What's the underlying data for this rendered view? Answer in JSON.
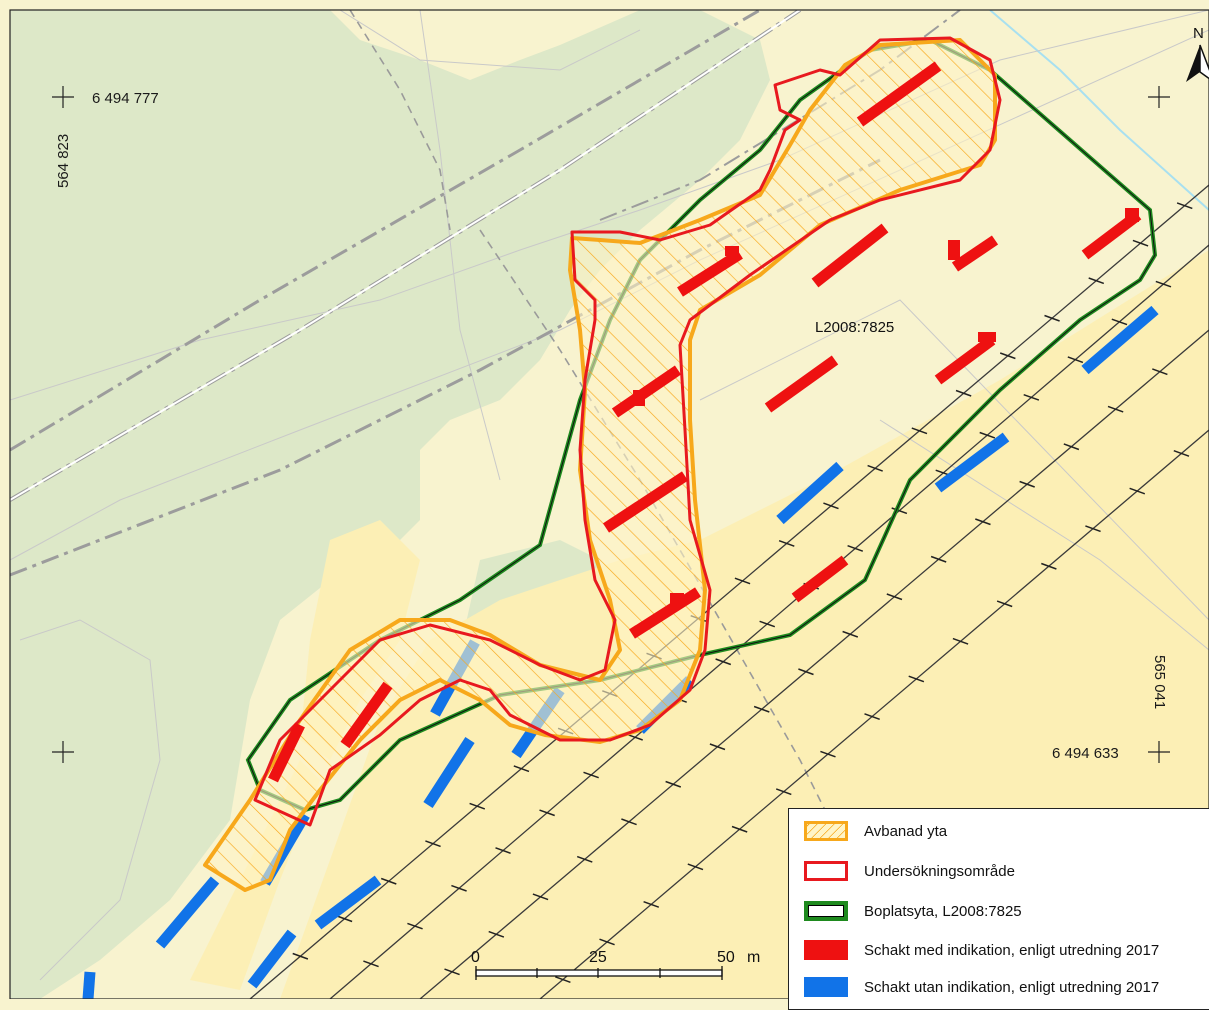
{
  "map": {
    "site_label": "L2008:7825",
    "coords": {
      "top_left_n": "6 494 777",
      "top_left_e": "564 823",
      "bottom_right_n": "6 494 633",
      "bottom_right_e": "565 041"
    },
    "north_label": "N"
  },
  "scalebar": {
    "labels": [
      "0",
      "25",
      "50"
    ],
    "unit": "m"
  },
  "legend": {
    "items": [
      {
        "label": "Avbanad yta",
        "style": "hatch-orange"
      },
      {
        "label": "Undersökningsområde",
        "style": "red-outline"
      },
      {
        "label": "Boplatsyta, L2008:7825",
        "style": "green-outline"
      },
      {
        "label": "Schakt med indikation, enligt utredning 2017",
        "style": "red-fill"
      },
      {
        "label": "Schakt utan indikation, enligt utredning 2017",
        "style": "blue-fill"
      }
    ]
  },
  "colors": {
    "background": "#f8f3cf",
    "forest": "#dde8c8",
    "open_land": "#fcefb5",
    "orange": "#f7a81b",
    "red": "#e8191f",
    "green": "#1e8a1e",
    "blue": "#1173e8",
    "water": "#a8e0f0"
  }
}
